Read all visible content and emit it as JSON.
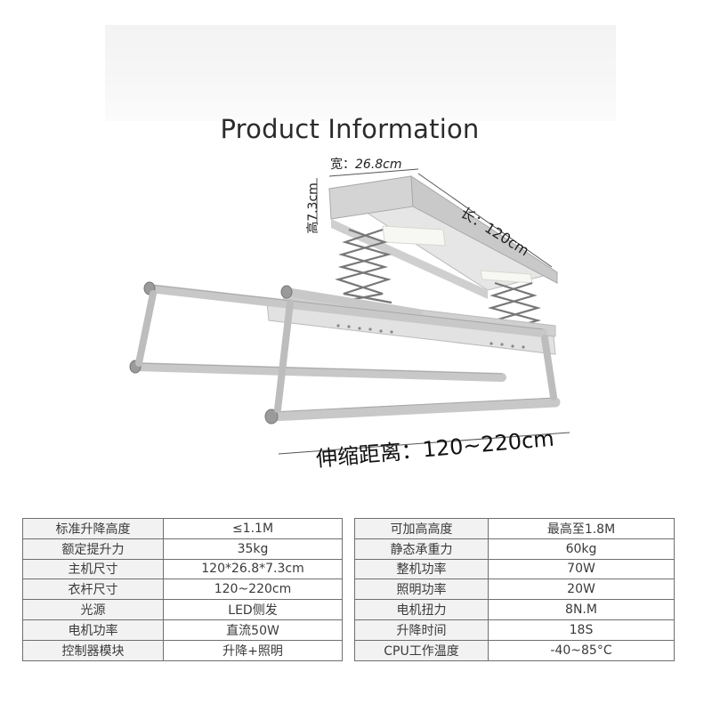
{
  "title": "Product Information",
  "dimensions": {
    "width_label": "宽：",
    "width_value": "26.8cm",
    "height_label": "高7.3cm",
    "length_label": "长：120cm",
    "extend_label": "伸缩距离：120~220cm"
  },
  "specs_left": [
    {
      "key": "标准升降高度",
      "value": "≤1.1M"
    },
    {
      "key": "额定提升力",
      "value": "35kg"
    },
    {
      "key": "主机尺寸",
      "value": "120*26.8*7.3cm"
    },
    {
      "key": "衣杆尺寸",
      "value": "120~220cm"
    },
    {
      "key": "光源",
      "value": "LED侧发"
    },
    {
      "key": "电机功率",
      "value": "直流50W"
    },
    {
      "key": "控制器模块",
      "value": "升降+照明"
    }
  ],
  "specs_right": [
    {
      "key": "可加高高度",
      "value": "最高至1.8M"
    },
    {
      "key": "静态承重力",
      "value": "60kg"
    },
    {
      "key": "整机功率",
      "value": "70W"
    },
    {
      "key": "照明功率",
      "value": "20W"
    },
    {
      "key": "电机扭力",
      "value": "8N.M"
    },
    {
      "key": "升降时间",
      "value": "18S"
    },
    {
      "key": "CPU工作温度",
      "value": "-40~85°C"
    }
  ]
}
